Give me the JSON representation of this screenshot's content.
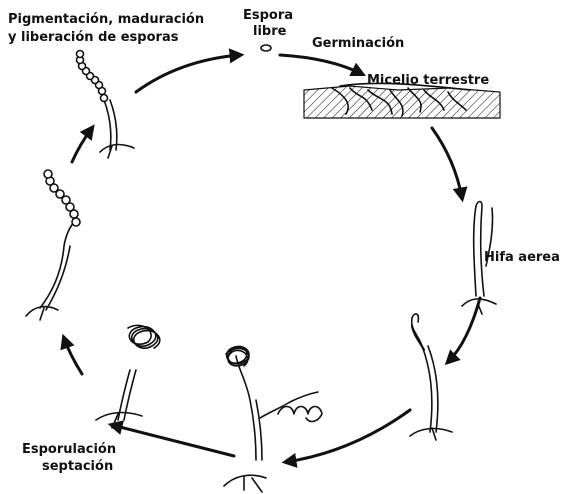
{
  "labels": {
    "pigmentation": "Pigmentación, maduración",
    "liberation": "y liberación de esporas",
    "espora": "Espora",
    "libre": "libre",
    "germinacion": "Germinación",
    "micelio": "Micelio terrestre",
    "hifa": "Hifa aerea",
    "esporulacion": "Esporulación",
    "septacion": "septación"
  }
}
